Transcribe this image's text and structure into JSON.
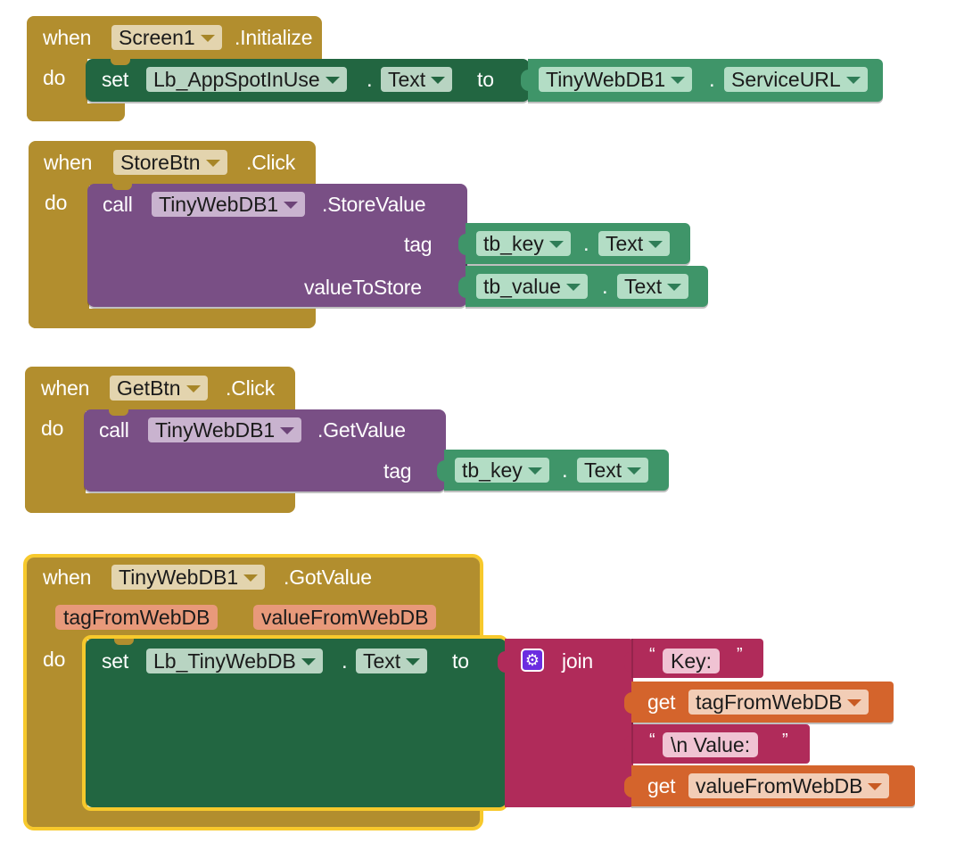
{
  "blocks": {
    "init": {
      "when": "when",
      "component": "Screen1",
      "event": ".Initialize",
      "do": "do",
      "set": "set",
      "target": "Lb_AppSpotInUse",
      "dot": ".",
      "prop": "Text",
      "to": "to",
      "src_component": "TinyWebDB1",
      "src_prop": "ServiceURL"
    },
    "store": {
      "when": "when",
      "component": "StoreBtn",
      "event": ".Click",
      "do": "do",
      "call": "call",
      "call_component": "TinyWebDB1",
      "method": ".StoreValue",
      "arg1": "tag",
      "arg2": "valueToStore",
      "arg1_component": "tb_key",
      "arg1_prop": "Text",
      "arg2_component": "tb_value",
      "arg2_prop": "Text",
      "dot": "."
    },
    "get": {
      "when": "when",
      "component": "GetBtn",
      "event": ".Click",
      "do": "do",
      "call": "call",
      "call_component": "TinyWebDB1",
      "method": ".GetValue",
      "arg1": "tag",
      "arg1_component": "tb_key",
      "arg1_prop": "Text",
      "dot": "."
    },
    "gotvalue": {
      "when": "when",
      "component": "TinyWebDB1",
      "event": ".GotValue",
      "param1": "tagFromWebDB",
      "param2": "valueFromWebDB",
      "do": "do",
      "set": "set",
      "target": "Lb_TinyWebDB",
      "dot": ".",
      "prop": "Text",
      "to": "to",
      "join": "join",
      "str1": "Key:",
      "get_label": "get",
      "get1": "tagFromWebDB",
      "str2": "\\n Value:",
      "get2": "valueFromWebDB",
      "open_quote": "“",
      "close_quote": "”"
    }
  },
  "colors": {
    "event": "#b28e2e",
    "set": "#226641",
    "call": "#794f85",
    "component_prop": "#3f9569",
    "text_join": "#b02b5a",
    "get": "#d4642c",
    "selection": "#f7c92c"
  }
}
